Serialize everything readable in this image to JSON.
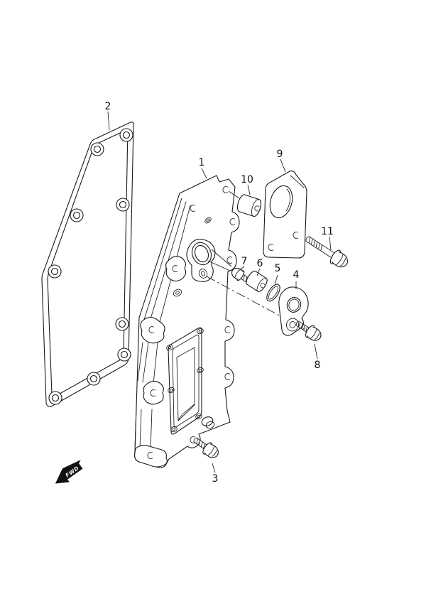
{
  "diagram": {
    "background": "#ffffff",
    "line_color": "#1a1a1a"
  },
  "direction_indicator": {
    "label": "FWD"
  },
  "callouts": [
    {
      "num": "1"
    },
    {
      "num": "2"
    },
    {
      "num": "3"
    },
    {
      "num": "4"
    },
    {
      "num": "5"
    },
    {
      "num": "6"
    },
    {
      "num": "7"
    },
    {
      "num": "8"
    },
    {
      "num": "9"
    },
    {
      "num": "10"
    },
    {
      "num": "11"
    }
  ]
}
